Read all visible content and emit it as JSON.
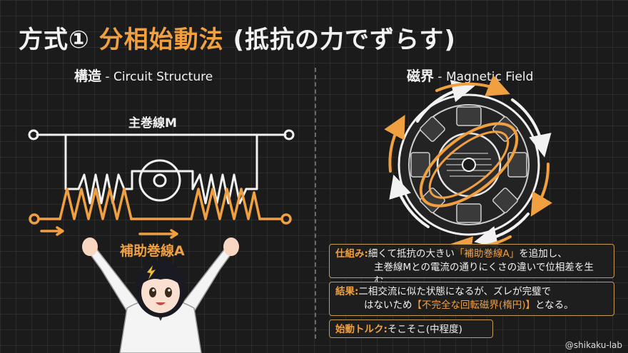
{
  "title": {
    "main": "方式① ",
    "highlight": "分相始動法",
    "suffix": " (抵抗の力でずらす)"
  },
  "left": {
    "heading": "構造",
    "heading_sub": " - Circuit Structure",
    "main_winding": "主巻線M",
    "aux_winding": "補助巻線A"
  },
  "right": {
    "heading": "磁界",
    "heading_sub": " - Magnetic Field"
  },
  "info": {
    "box1": {
      "key": "仕組み:",
      "line1_pre": "細くて抵抗の大きい",
      "line1_hl": "「補助巻線A」",
      "line1_post": "を追加し、",
      "line2": "主巻線Mとの電流の通りにくさの違いで位相差を生む。"
    },
    "box2": {
      "key": "結果:",
      "line1": "二相交流に似た状態になるが、ズレが完璧で",
      "line2_pre": "はないため",
      "line2_hl": "【不完全な回転磁界(楕円)】",
      "line2_post": "となる。"
    },
    "box3": {
      "key": "始動トルク:",
      "value": "そこそこ(中程度)"
    }
  },
  "credit": "@shikaku-lab",
  "colors": {
    "accent": "#f0a040",
    "chalk": "#f2f2f2",
    "background": "#1b1b1b"
  }
}
